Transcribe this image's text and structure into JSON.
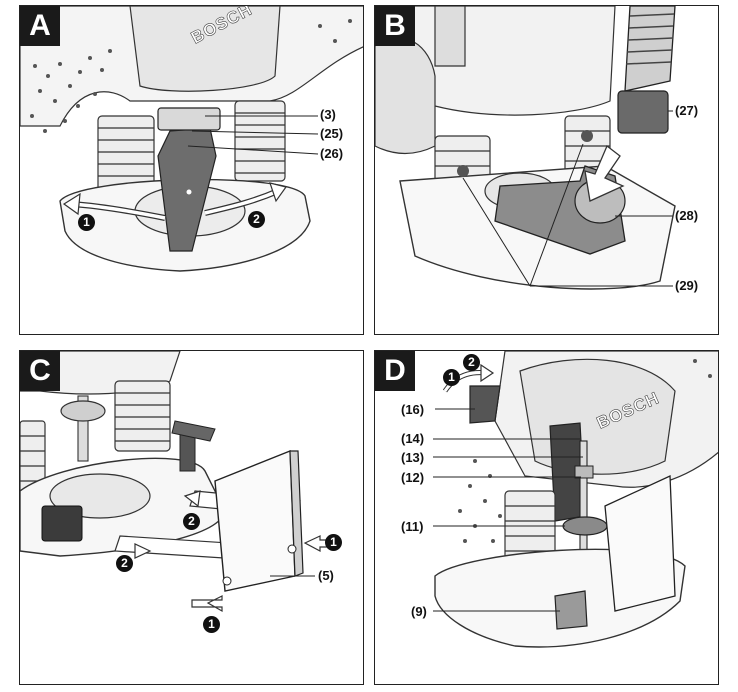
{
  "panels": [
    {
      "letter": "A",
      "brand": "BOSCH",
      "callouts": [
        "(3)",
        "(25)",
        "(26)"
      ],
      "steps": [
        "1",
        "2"
      ]
    },
    {
      "letter": "B",
      "callouts": [
        "(27)",
        "(28)",
        "(29)"
      ]
    },
    {
      "letter": "C",
      "callouts": [
        "(5)"
      ],
      "steps": [
        "1",
        "2",
        "1",
        "2"
      ]
    },
    {
      "letter": "D",
      "brand": "BOSCH",
      "callouts": [
        "(16)",
        "(14)",
        "(13)",
        "(12)",
        "(11)",
        "(9)"
      ],
      "steps": [
        "1",
        "2"
      ]
    }
  ]
}
